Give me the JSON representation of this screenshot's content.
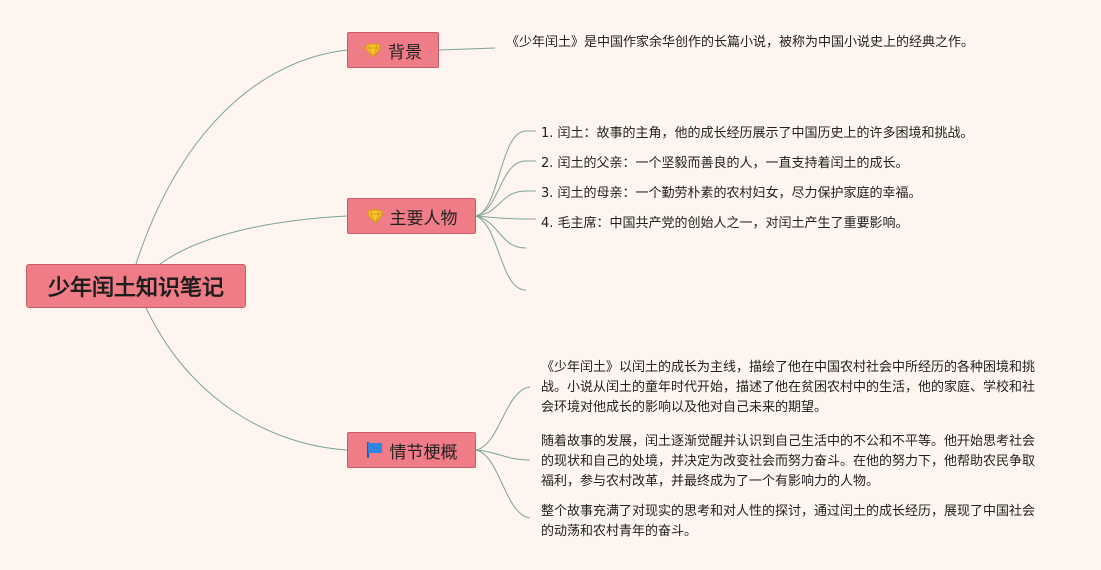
{
  "root": {
    "label": "少年闰土知识笔记"
  },
  "colors": {
    "node_fill": "#f07c88",
    "line": "#7fa58f",
    "background": "#fdf5ee"
  },
  "branches": {
    "background": {
      "label": "背景",
      "icon": "diamond-icon",
      "text": "《少年闰土》是中国作家余华创作的长篇小说，被称为中国小说史上的经典之作。"
    },
    "characters": {
      "label": "主要人物",
      "icon": "diamond-icon",
      "items": [
        "1. 闰土：故事的主角，他的成长经历展示了中国历史上的许多困境和挑战。",
        "2. 闰土的父亲：一个坚毅而善良的人，一直支持着闰土的成长。",
        "3. 闰土的母亲：一个勤劳朴素的农村妇女，尽力保护家庭的幸福。",
        "4. 毛主席：中国共产党的创始人之一，对闰土产生了重要影响。"
      ]
    },
    "plot": {
      "label": "情节梗概",
      "icon": "flag-icon",
      "paragraphs": [
        "《少年闰土》以闰土的成长为主线，描绘了他在中国农村社会中所经历的各种困境和挑战。小说从闰土的童年时代开始，描述了他在贫困农村中的生活，他的家庭、学校和社会环境对他成长的影响以及他对自己未来的期望。",
        "随着故事的发展，闰土逐渐觉醒并认识到自己生活中的不公和不平等。他开始思考社会的现状和自己的处境，并决定为改变社会而努力奋斗。在他的努力下，他帮助农民争取福利，参与农村改革，并最终成为了一个有影响力的人物。",
        "整个故事充满了对现实的思考和对人性的探讨，通过闰土的成长经历，展现了中国社会的动荡和农村青年的奋斗。"
      ]
    }
  }
}
